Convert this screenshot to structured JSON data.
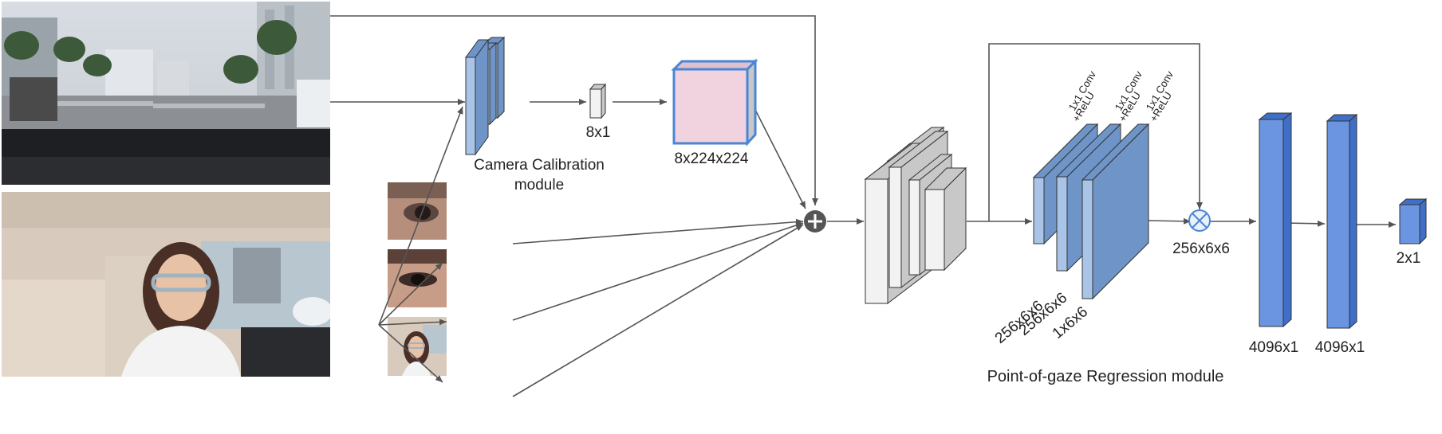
{
  "colors": {
    "line": "#555555",
    "block_blue_front": "#a9c4e6",
    "block_blue_side": "#6f95c8",
    "block_dark_front": "#8ea6d8",
    "fc_front": "#6b95e0",
    "fc_side": "#3f6fc6",
    "pink": "#f0d3df",
    "pink_border": "#4a86d6",
    "gray_front": "#f2f2f2",
    "gray_side": "#c8c8c8"
  },
  "icons": {
    "sum": "circled-plus-icon",
    "multiply": "circled-times-icon"
  },
  "labels": {
    "calib_vector": "8x1",
    "calib_module_line1": "Camera Calibration",
    "calib_module_line2": "module",
    "calib_map": "8x224x224",
    "conv1": "1x1 Conv",
    "conv2": "1x1 Conv",
    "conv3": "1x1 Conv",
    "relu1": "+ReLU",
    "relu2": "+ReLU",
    "relu3": "+ReLU",
    "map_a": "256x6x6",
    "map_b": "256x6x6",
    "map_c": "1x6x6",
    "weighted": "256x6x6",
    "fc1": "4096x1",
    "fc2": "4096x1",
    "output": "2x1",
    "regression_module": "Point-of-gaze Regression module"
  }
}
